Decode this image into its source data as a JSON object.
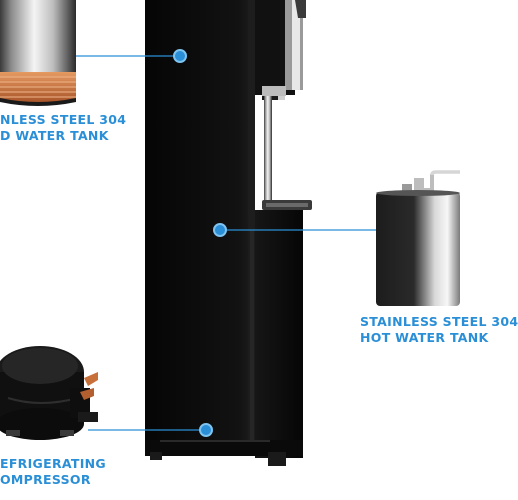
{
  "callouts": {
    "cold_tank": {
      "line1": "NLESS STEEL 304",
      "line2": "D WATER TANK"
    },
    "hot_tank": {
      "line1": "STAINLESS STEEL 304",
      "line2": "HOT WATER TANK"
    },
    "compressor": {
      "line1": "EFRIGERATING",
      "line2": "OMPRESSOR"
    }
  },
  "colors": {
    "accent": "#2a8fd6",
    "cabinet": "#0b0b0b",
    "steel": "#c9c9c9",
    "copper": "#c8703a"
  }
}
